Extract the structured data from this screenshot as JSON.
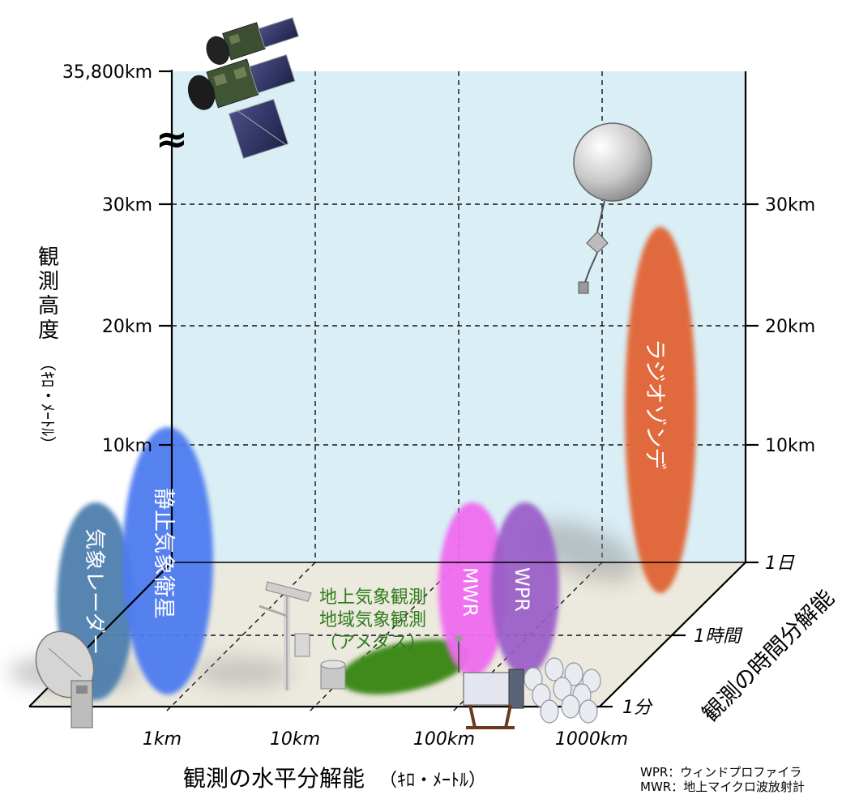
{
  "y_axis": {
    "title_chars": [
      "観",
      "測",
      "高",
      "度"
    ],
    "unit": "（ｷﾛ・ﾒｰﾄﾙ）",
    "ticks": [
      {
        "value": 10,
        "label": "10km"
      },
      {
        "value": 20,
        "label": "20km"
      },
      {
        "value": 30,
        "label": "30km"
      },
      {
        "value": 35800,
        "label": "35,800km"
      }
    ],
    "break_symbol": "≈"
  },
  "x_axis": {
    "title": "観測の水平分解能",
    "unit": "（ｷﾛ・ﾒｰﾄﾙ）",
    "ticks": [
      "1km",
      "10km",
      "100km",
      "1000km"
    ]
  },
  "time_axis": {
    "title": "観測の時間分解能",
    "ticks": [
      "1分",
      "1時間",
      "1日"
    ]
  },
  "instruments": {
    "radar": "気象レーダー",
    "satellite": "静止気象衛星",
    "surface_line1": "地上気象観測",
    "surface_line2": "地域気象観測",
    "surface_line3": "（アメダス）",
    "mwr": "MWR",
    "wpr": "WPR",
    "radiosonde": "ラジオゾンデ"
  },
  "legend": {
    "wpr": "WPR：ウィンドプロファイラ",
    "mwr": "MWR：地上マイクロ波放射計"
  },
  "colors": {
    "back_wall": "#daeef5",
    "floor": "#ece9de",
    "radar": "#4e7fae",
    "satellite": "#4d7cf0",
    "surface": "#3f8a1f",
    "mwr": "#ef6cef",
    "wpr": "#9a5cc8",
    "radiosonde": "#e06a3c",
    "surface_text": "#2f7d1c"
  }
}
